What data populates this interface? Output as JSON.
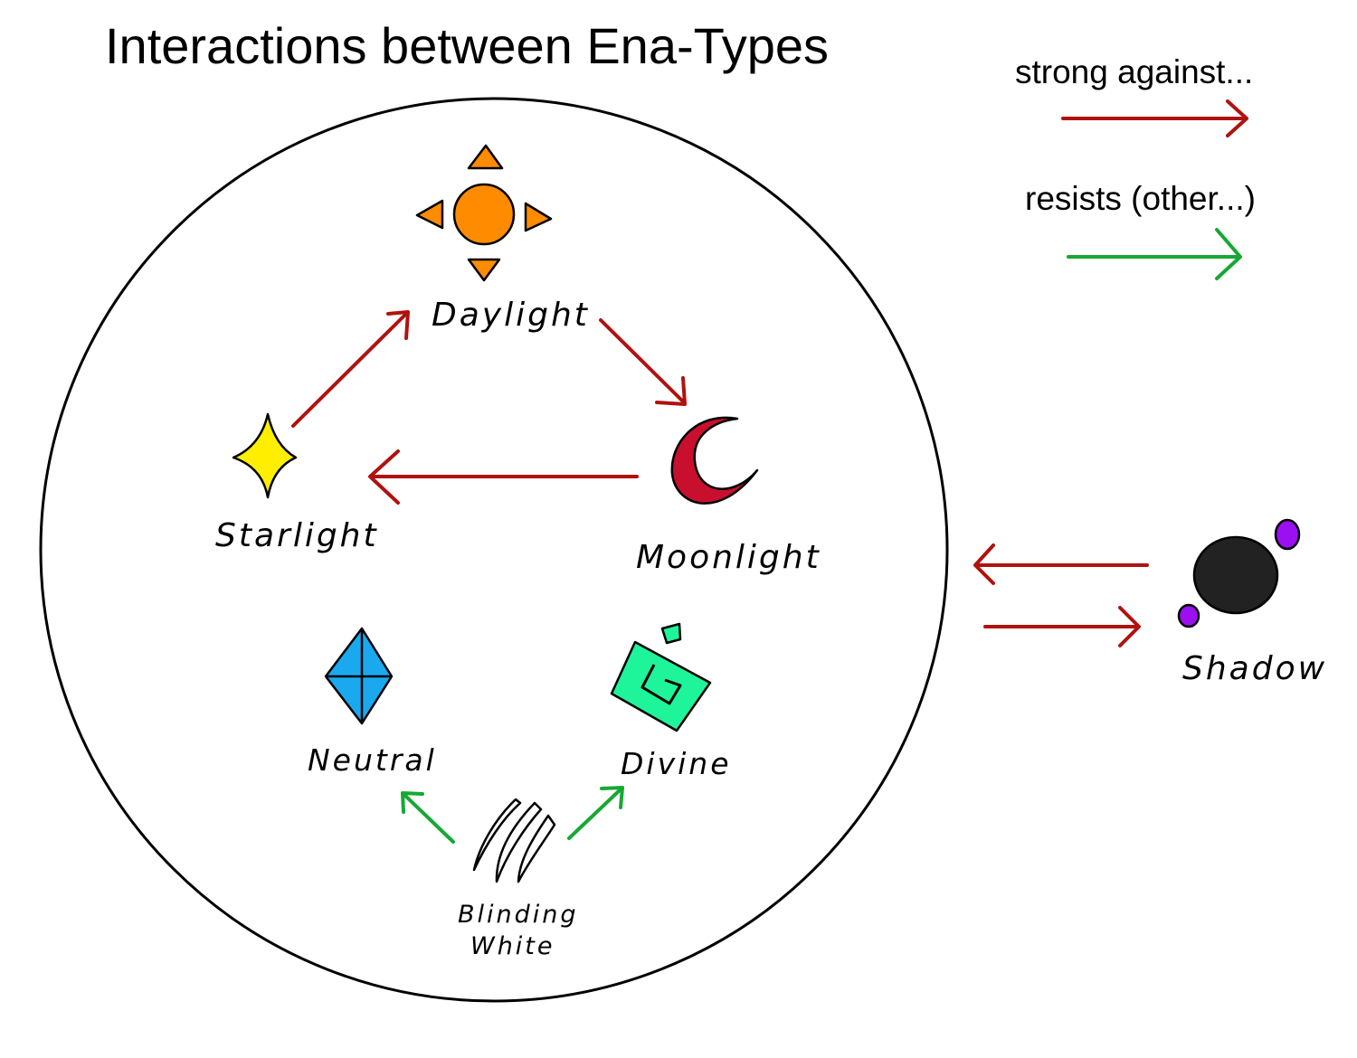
{
  "title": "Interactions between Ena-Types",
  "legend": {
    "strong_label": "strong against...",
    "resists_label": "resists (other...)"
  },
  "colors": {
    "strong_arrow": "#b0120e",
    "resists_arrow": "#16a833",
    "daylight": "#ff8c00",
    "starlight": "#ffee00",
    "moonlight": "#c8102e",
    "neutral": "#1aa9ef",
    "divine": "#1ef59a",
    "shadow": "#222222",
    "shadow_orbs": "#9b10f0"
  },
  "types": {
    "daylight": {
      "label": "Daylight",
      "icon": "sun-icon"
    },
    "starlight": {
      "label": "Starlight",
      "icon": "star-icon"
    },
    "moonlight": {
      "label": "Moonlight",
      "icon": "crescent-moon-icon"
    },
    "neutral": {
      "label": "Neutral",
      "icon": "diamond-icon"
    },
    "divine": {
      "label": "Divine",
      "icon": "spiral-glyph-icon"
    },
    "blinding_white": {
      "label_line1": "Blinding",
      "label_line2": "White",
      "icon": "claw-marks-icon"
    },
    "shadow": {
      "label": "Shadow",
      "icon": "dark-orb-icon"
    }
  }
}
